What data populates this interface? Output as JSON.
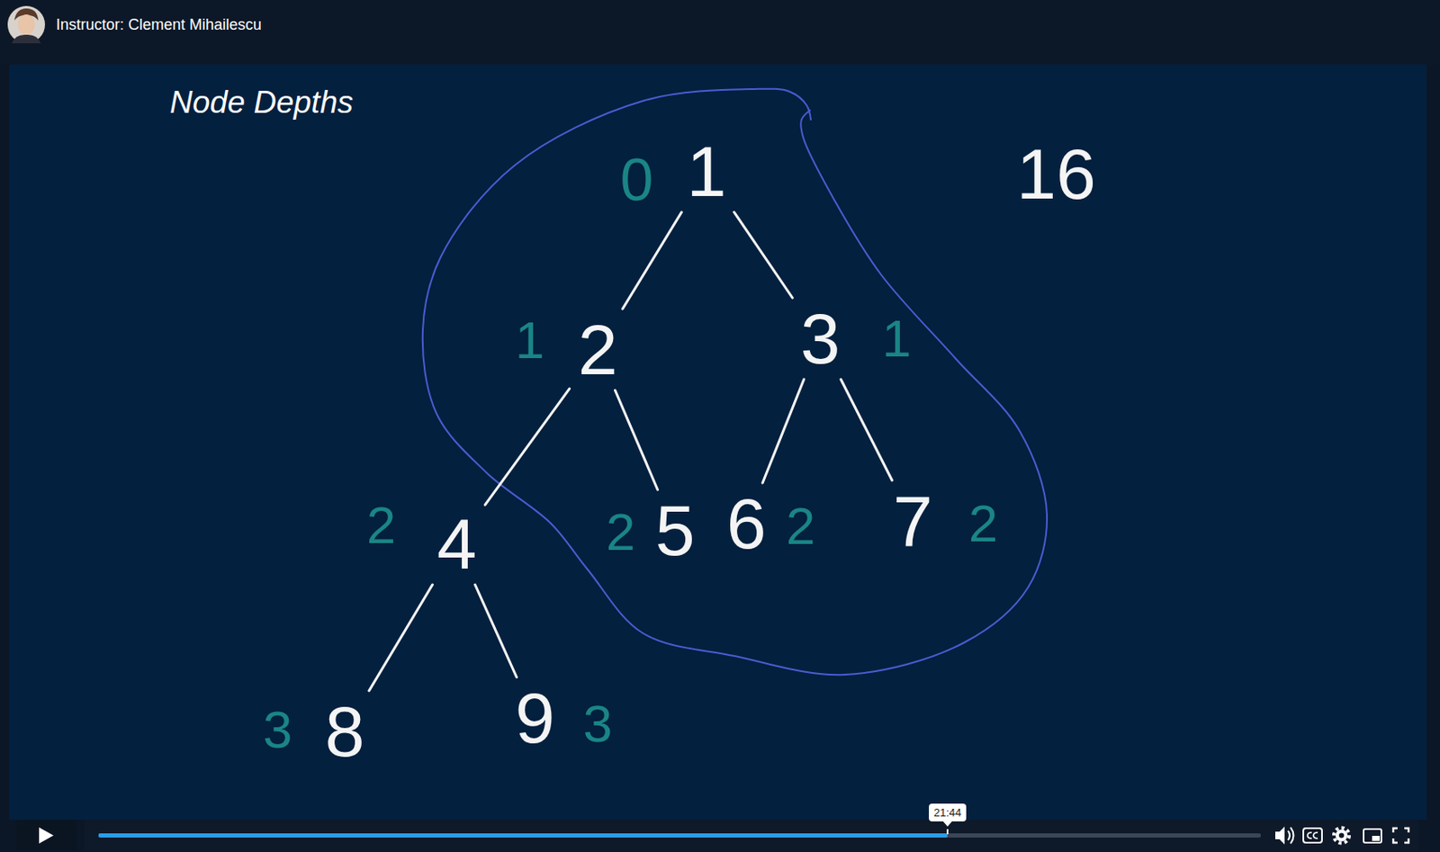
{
  "diagram": {
    "title": "Node Depths",
    "nodes": [
      {
        "text": [
          "1"
        ]
      },
      {
        "text": [
          "2"
        ]
      },
      {
        "text": [
          "3"
        ]
      },
      {
        "text": [
          "4"
        ]
      },
      {
        "text": [
          "5"
        ]
      },
      {
        "text": [
          "6"
        ]
      },
      {
        "text": [
          "7"
        ]
      },
      {
        "text": [
          "8"
        ]
      },
      {
        "text": [
          "9"
        ]
      }
    ],
    "edges": [
      {
        "from": 0,
        "to": 1,
        "arrow": "none"
      },
      {
        "from": 0,
        "to": 2,
        "arrow": "none"
      },
      {
        "from": 1,
        "to": 3,
        "arrow": "none"
      },
      {
        "from": 1,
        "to": 4,
        "arrow": "none"
      },
      {
        "from": 2,
        "to": 5,
        "arrow": "none"
      },
      {
        "from": 2,
        "to": 6,
        "arrow": "none"
      },
      {
        "from": 3,
        "to": 7,
        "arrow": "none"
      },
      {
        "from": 3,
        "to": 8,
        "arrow": "none"
      }
    ],
    "labels": [
      "Instructor: Clement Mihailescu",
      "0",
      "16",
      "1",
      "1",
      "2",
      "2",
      "2",
      "2",
      "3",
      "3",
      "21:44"
    ]
  }
}
